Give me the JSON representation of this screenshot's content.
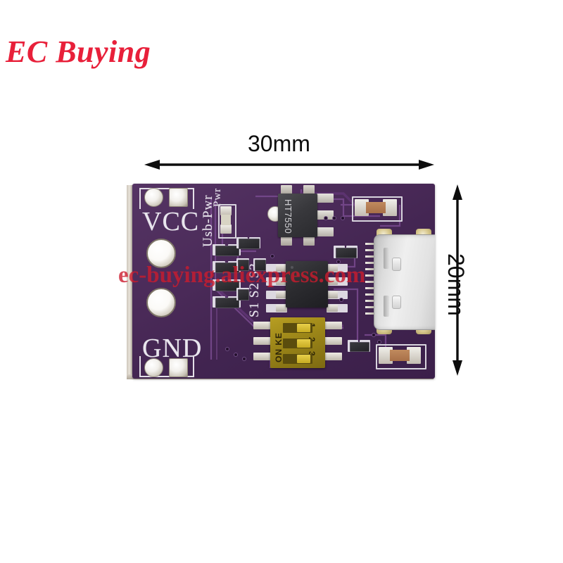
{
  "brand": {
    "logo_text": "EC Buying",
    "logo_color": "#e8203a"
  },
  "watermark": {
    "text": "ec-buying.aliexpress.com",
    "color": "#cc1c2d"
  },
  "dimensions": {
    "width_label": "30mm",
    "height_label": "20mm",
    "arrow_color": "#0d0d0d"
  },
  "board": {
    "pcb_color": "#4a2a58",
    "silkscreen_color": "#e9e6ee",
    "silkscreen": {
      "vcc": "VCC",
      "gnd": "GND",
      "usb_pwr": "Usb-Pwr",
      "pwr": "Pwr",
      "switch_labels": "S1 S2 S3"
    },
    "components": {
      "regulator_label": "HT7550",
      "regulator_package": "SOT-223",
      "ic_package": "SOIC-8",
      "dip_switch": {
        "body_color": "#9b8518",
        "on_label": "ON KE",
        "positions": "1 2 3"
      },
      "connector": "USB Type-C",
      "led": "power-led",
      "capacitor_color": "#b47c52"
    }
  }
}
